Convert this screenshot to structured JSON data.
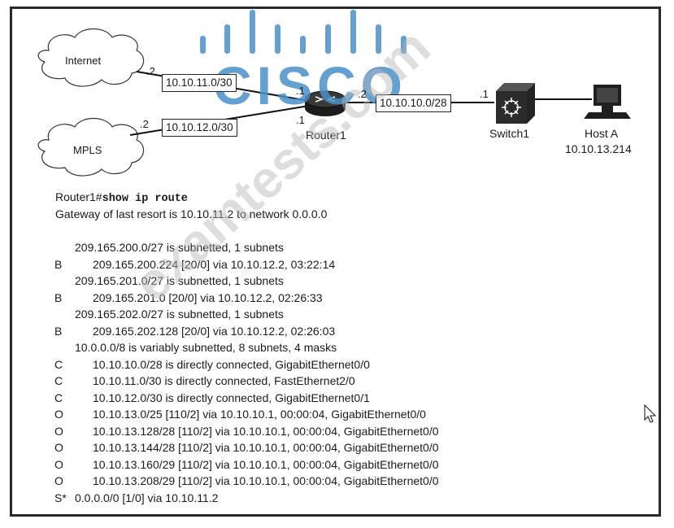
{
  "diagram": {
    "clouds": {
      "internet": "Internet",
      "mpls": "MPLS"
    },
    "links": {
      "internet_subnet": "10.10.11.0/30",
      "mpls_subnet": "10.10.12.0/30",
      "switch_subnet": "10.10.10.0/28"
    },
    "addresses": {
      "internet_side": ".2",
      "mpls_side": ".2",
      "router_to_internet": ".1",
      "router_to_mpls": ".1",
      "router_to_switch": ".2",
      "switch_side": ".1"
    },
    "devices": {
      "router": "Router1",
      "switch": "Switch1",
      "host_name": "Host A",
      "host_ip": "10.10.13.214"
    }
  },
  "terminal": {
    "prompt": "Router1#",
    "command": "show ip route",
    "gateway": "Gateway of last resort is 10.10.11.2 to network 0.0.0.0",
    "routes": [
      {
        "code": "",
        "text": "209.165.200.0/27 is subnetted, 1 subnets",
        "indent": false
      },
      {
        "code": "B",
        "text": "209.165.200.224 [20/0] via 10.10.12.2, 03:22:14",
        "indent": true
      },
      {
        "code": "",
        "text": "209.165.201.0/27 is subnetted, 1 subnets",
        "indent": false
      },
      {
        "code": "B",
        "text": "209.165.201.0 [20/0] via 10.10.12.2, 02:26:33",
        "indent": true
      },
      {
        "code": "",
        "text": "209.165.202.0/27 is subnetted, 1 subnets",
        "indent": false
      },
      {
        "code": "B",
        "text": "209.165.202.128 [20/0] via 10.10.12.2, 02:26:03",
        "indent": true
      },
      {
        "code": "",
        "text": "10.0.0.0/8 is variably subnetted, 8 subnets, 4 masks",
        "indent": false
      },
      {
        "code": "C",
        "text": "10.10.10.0/28 is directly connected, GigabitEthernet0/0",
        "indent": true
      },
      {
        "code": "C",
        "text": "10.10.11.0/30 is directly connected, FastEthernet2/0",
        "indent": true
      },
      {
        "code": "C",
        "text": "10.10.12.0/30 is directly connected, GigabitEthernet0/1",
        "indent": true
      },
      {
        "code": "O",
        "text": "10.10.13.0/25 [110/2] via 10.10.10.1, 00:00:04, GigabitEthernet0/0",
        "indent": true
      },
      {
        "code": "O",
        "text": "10.10.13.128/28 [110/2] via 10.10.10.1, 00:00:04, GigabitEthernet0/0",
        "indent": true
      },
      {
        "code": "O",
        "text": "10.10.13.144/28 [110/2] via 10.10.10.1, 00:00:04, GigabitEthernet0/0",
        "indent": true
      },
      {
        "code": "O",
        "text": "10.10.13.160/29 [110/2] via 10.10.10.1, 00:00:04, GigabitEthernet0/0",
        "indent": true
      },
      {
        "code": "O",
        "text": "10.10.13.208/29 [110/2] via 10.10.10.1, 00:00:04, GigabitEthernet0/0",
        "indent": true
      },
      {
        "code": "S*",
        "text": "0.0.0.0/0 [1/0] via 10.10.11.2",
        "indent": false
      }
    ]
  },
  "overlays": {
    "logo_text": "CISCO",
    "watermark_text": "examtests.com",
    "logo_color": "#4a90c8",
    "watermark_color": "#b8b8b8"
  }
}
